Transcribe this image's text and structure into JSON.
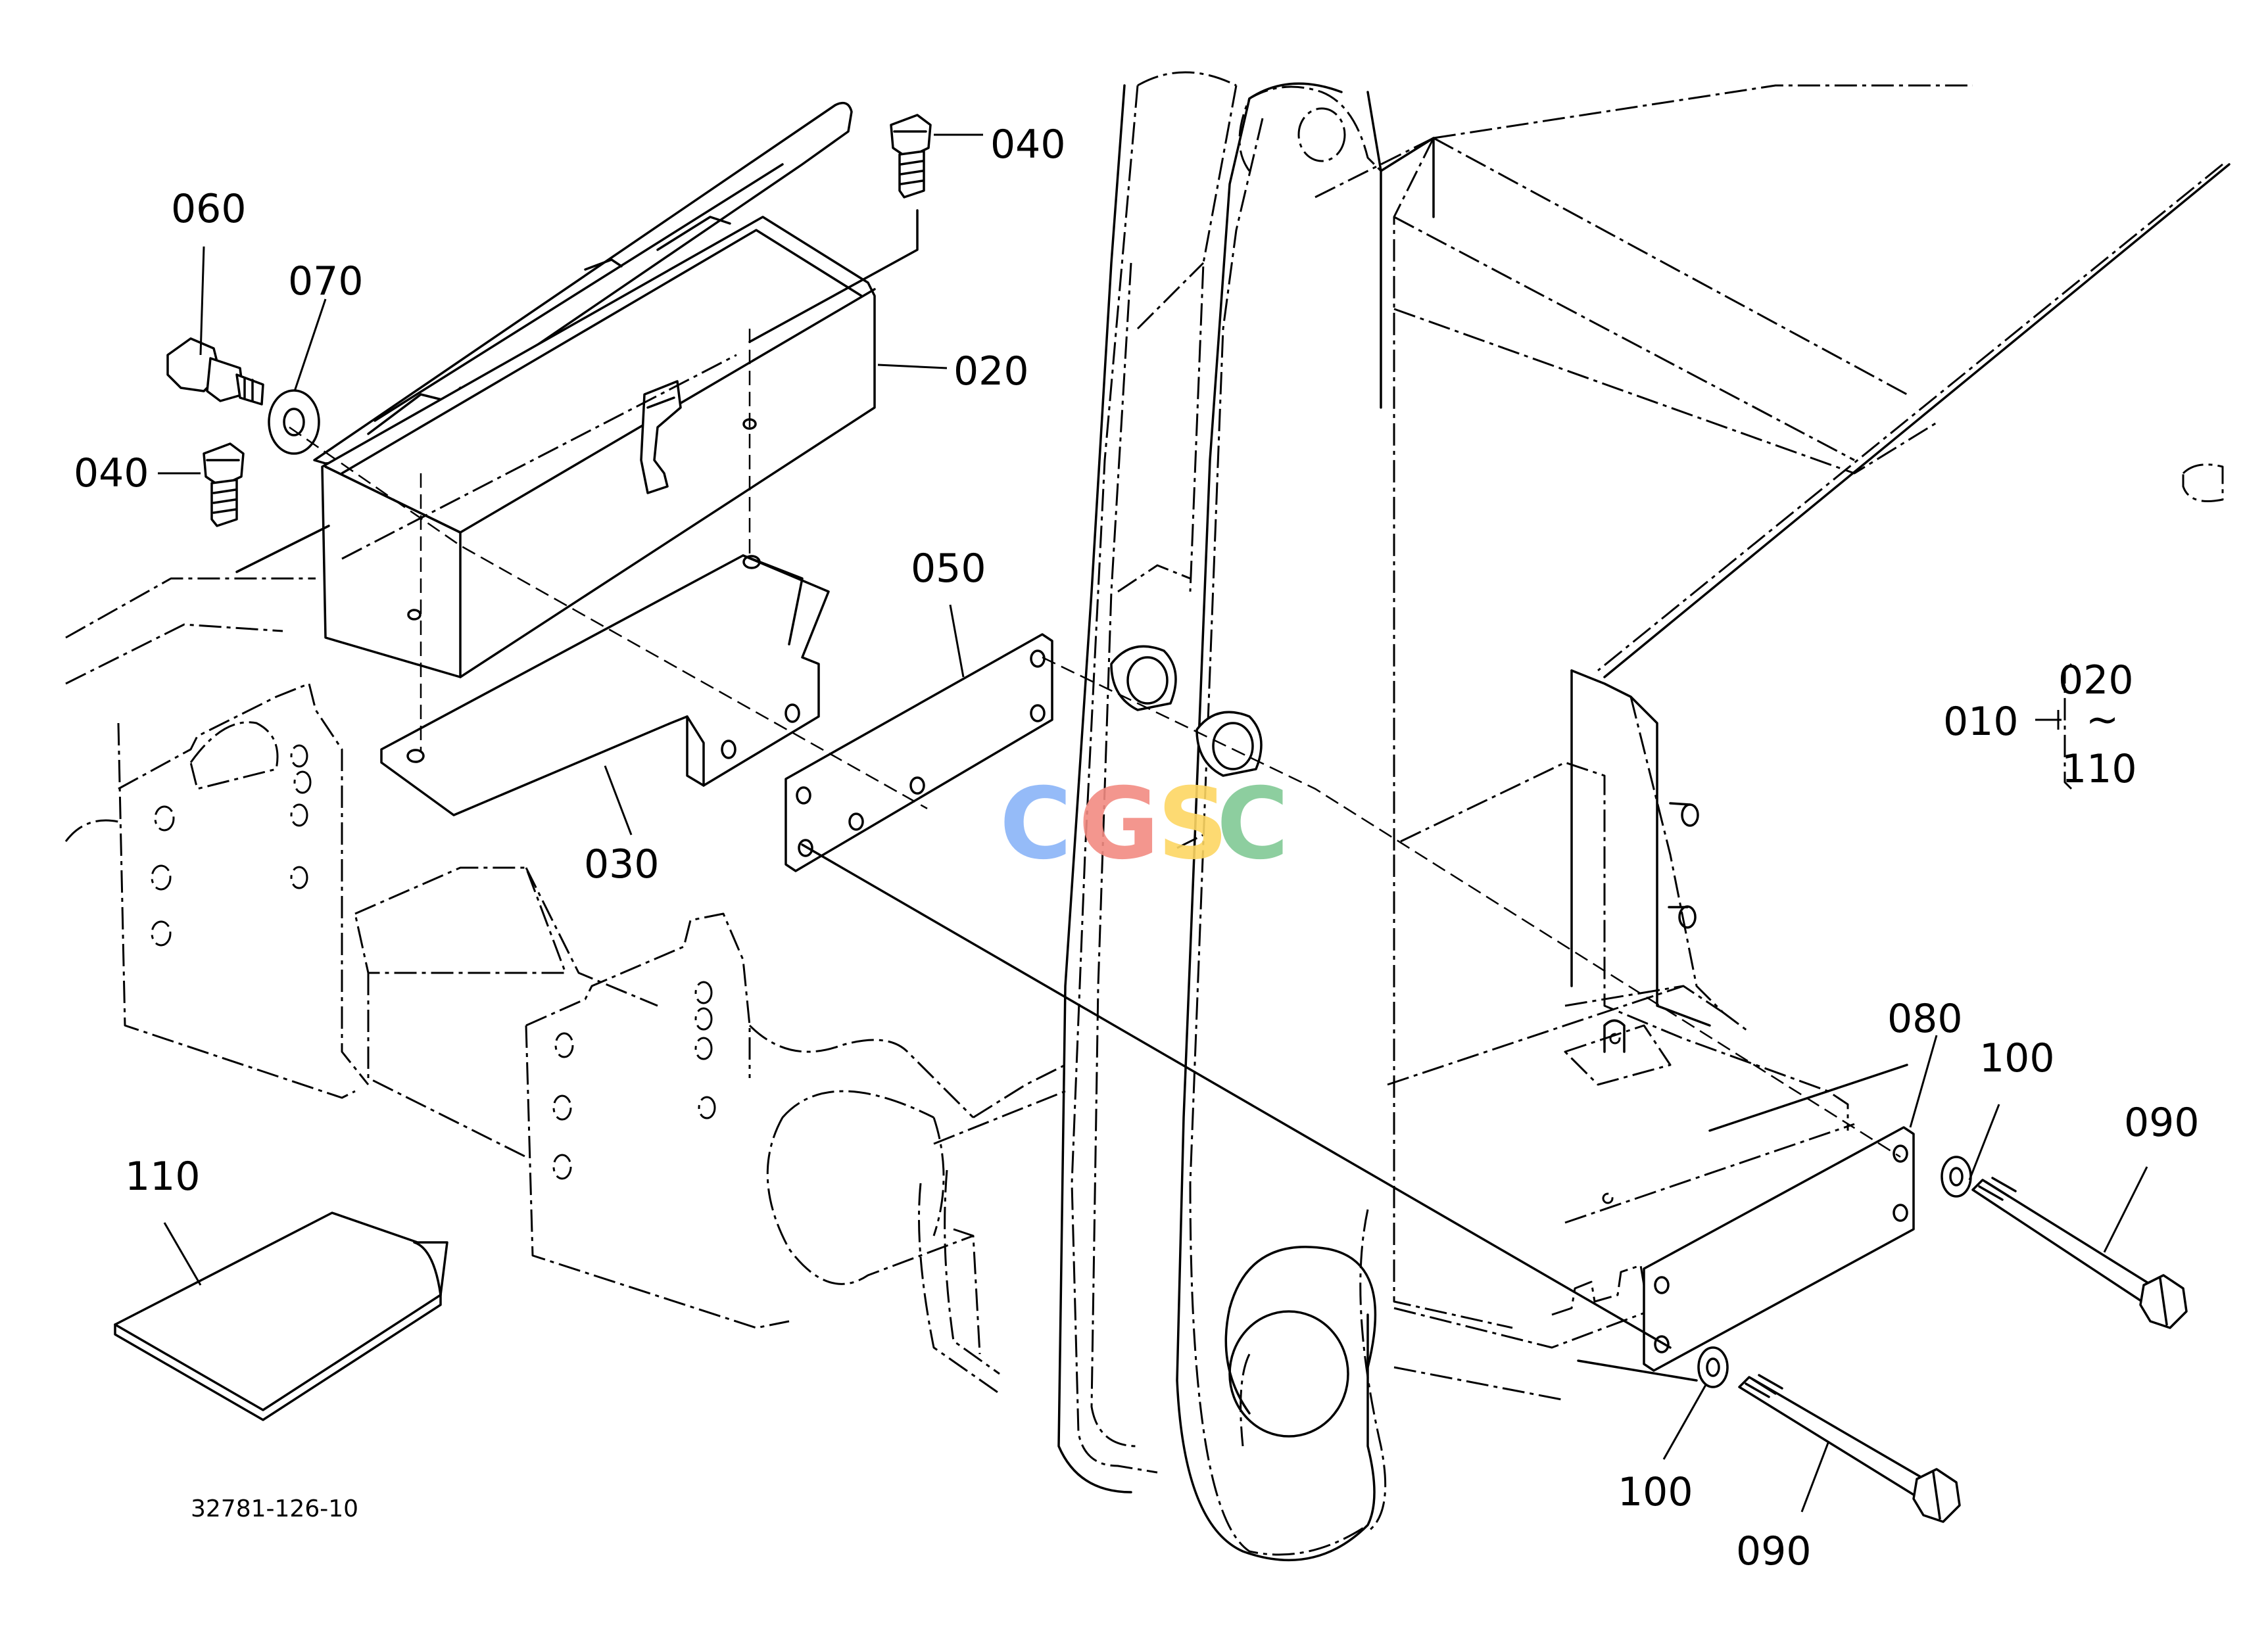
{
  "diagram": {
    "part_labels": {
      "p040_top": "040",
      "p060": "060",
      "p070": "070",
      "p020": "020",
      "p040_left": "040",
      "p050": "050",
      "p030": "030",
      "p010": "010",
      "p020_range": "020",
      "tilde": "~",
      "p110_range": "110",
      "p080": "080",
      "p100_top": "100",
      "p090_top": "090",
      "p110": "110",
      "p100_bottom": "100",
      "p090_bottom": "090"
    },
    "drawing_number": "32781-126-10",
    "watermark": {
      "letters": [
        "C",
        "G",
        "S",
        "C"
      ],
      "colors": [
        "#8ab4f8",
        "#f28b82",
        "#fdd663",
        "#81c995"
      ]
    }
  }
}
